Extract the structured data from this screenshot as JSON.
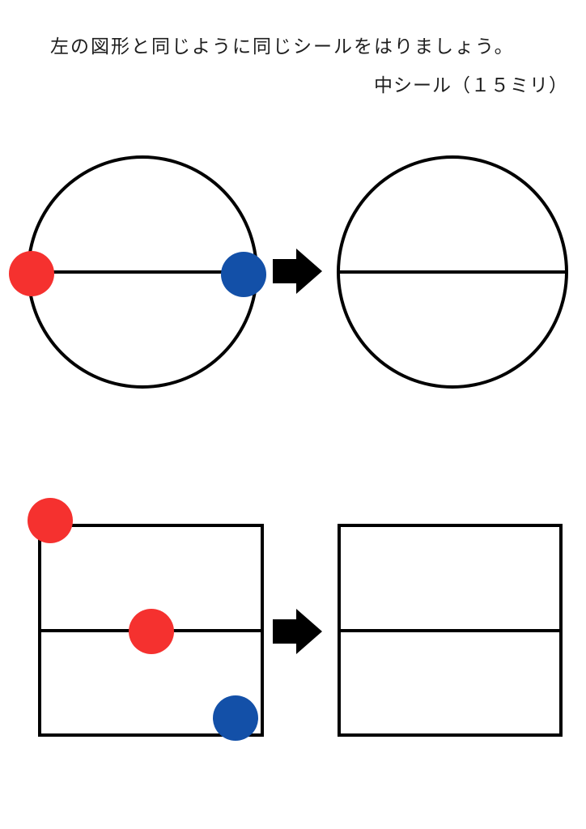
{
  "page": {
    "instruction": "左の図形と同じように同じシールをはりましょう。",
    "sticker_size_label": "中シール（１５ミリ）"
  },
  "colors": {
    "red": "#f5312f",
    "blue": "#1350a8",
    "outline": "#000000"
  },
  "exercises": [
    {
      "shape": "circle-with-diameter-line",
      "example_stickers": [
        {
          "color": "red",
          "position": "left-end-of-line"
        },
        {
          "color": "blue",
          "position": "right-end-of-line"
        }
      ],
      "answer": "blank-circle-with-line"
    },
    {
      "shape": "rectangle-with-middle-line",
      "example_stickers": [
        {
          "color": "red",
          "position": "top-left-corner"
        },
        {
          "color": "red",
          "position": "center-of-middle-line"
        },
        {
          "color": "blue",
          "position": "bottom-edge-right"
        }
      ],
      "answer": "blank-rectangle-with-line"
    }
  ]
}
